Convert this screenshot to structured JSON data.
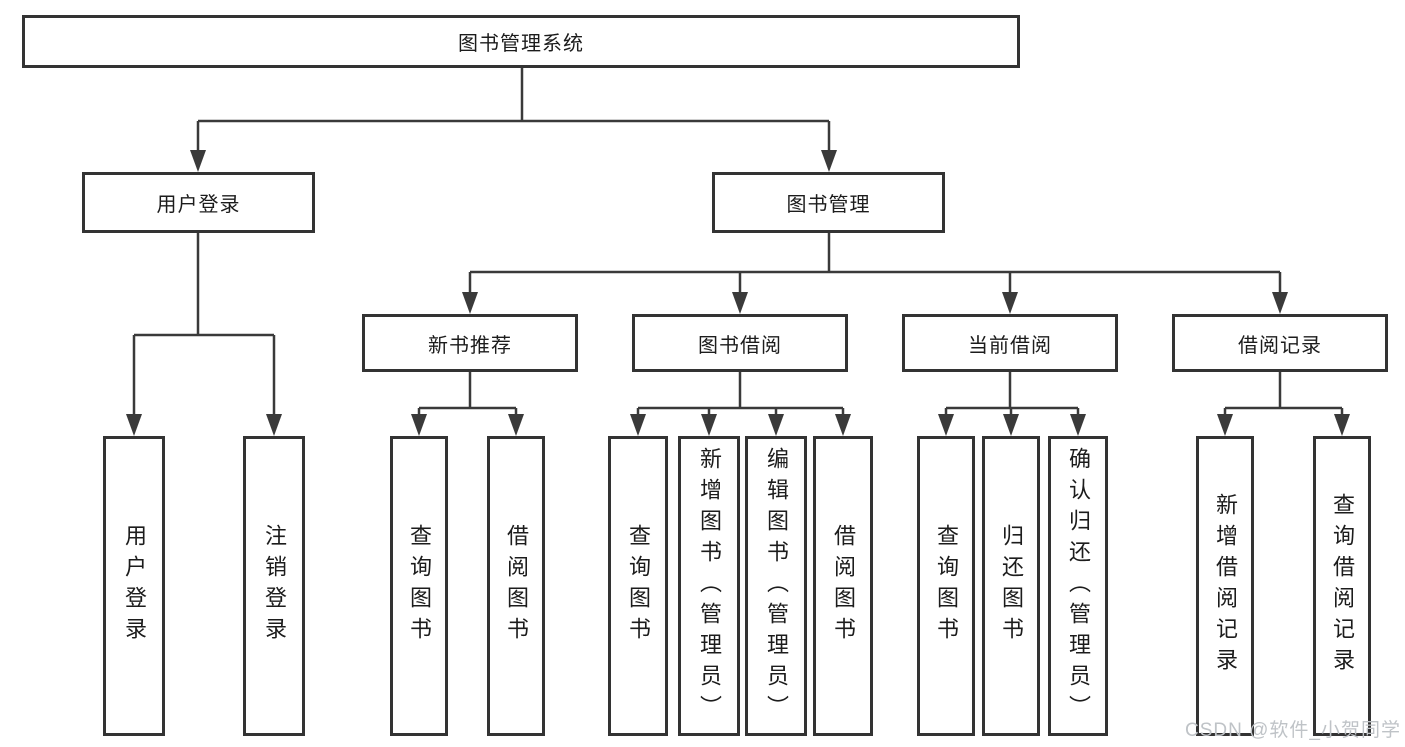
{
  "diagram_type": "hierarchy-tree",
  "colors": {
    "line": "#3a3a3a",
    "box_border": "#333333",
    "text": "#1c1c1c",
    "background": "#ffffff",
    "watermark": "#bfc3c7"
  },
  "watermark": {
    "text": "CSDN @软件_小贺同学"
  },
  "tree": {
    "label": "图书管理系统",
    "children": [
      {
        "label": "用户登录",
        "children": [
          {
            "label": "用户登录"
          },
          {
            "label": "注销登录"
          }
        ]
      },
      {
        "label": "图书管理",
        "children": [
          {
            "label": "新书推荐",
            "children": [
              {
                "label": "查询图书"
              },
              {
                "label": "借阅图书"
              }
            ]
          },
          {
            "label": "图书借阅",
            "children": [
              {
                "label": "查询图书"
              },
              {
                "label": "新增图书（管理员）"
              },
              {
                "label": "编辑图书（管理员）"
              },
              {
                "label": "借阅图书"
              }
            ]
          },
          {
            "label": "当前借阅",
            "children": [
              {
                "label": "查询图书"
              },
              {
                "label": "归还图书"
              },
              {
                "label": "确认归还（管理员）"
              }
            ]
          },
          {
            "label": "借阅记录",
            "children": [
              {
                "label": "新增借阅记录"
              },
              {
                "label": "查询借阅记录"
              }
            ]
          }
        ]
      }
    ]
  }
}
